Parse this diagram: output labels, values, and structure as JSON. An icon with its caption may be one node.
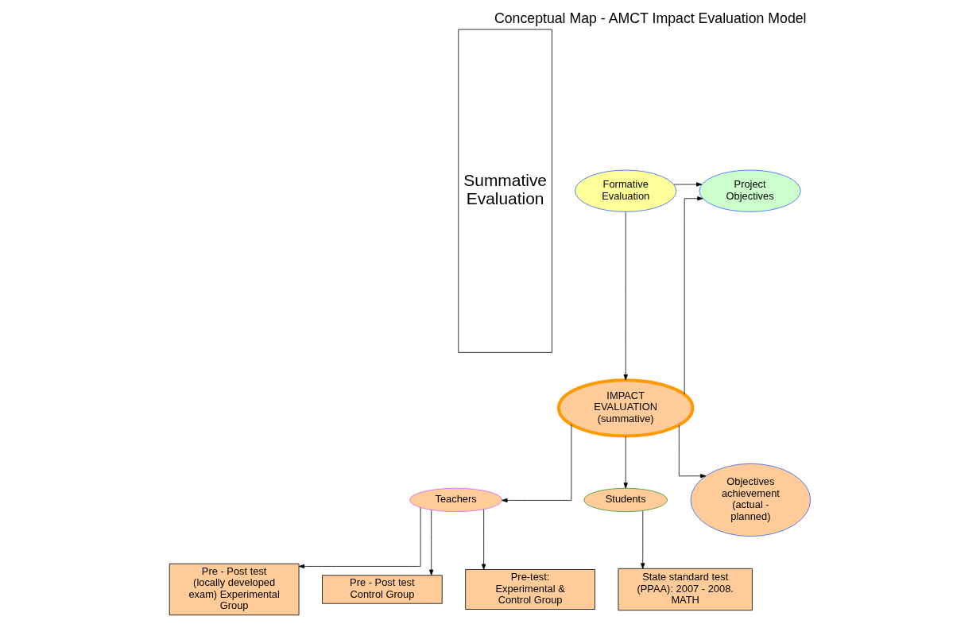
{
  "diagram": {
    "title": "Conceptual Map - AMCT Impact Evaluation Model",
    "nodes": [
      {
        "text": [
          "Summative Evaluation"
        ]
      },
      {
        "text": [
          "Formative Evaluation"
        ]
      },
      {
        "text": [
          "Project Objectives"
        ]
      },
      {
        "text": [
          "IMPACT EVALUATION (summative)"
        ]
      },
      {
        "text": [
          "Teachers"
        ]
      },
      {
        "text": [
          "Students"
        ]
      },
      {
        "text": [
          "Objectives achievement (actual - planned)"
        ]
      },
      {
        "text": [
          "Pre - Post test (locally developed exam) Experimental Group"
        ]
      },
      {
        "text": [
          "Pre - Post test Control Group"
        ]
      },
      {
        "text": [
          "Pre-test:  Experimental & Control Group"
        ]
      },
      {
        "text": [
          "State standard test (PPAA): 2007 - 2008. MATH"
        ]
      }
    ],
    "edges": [
      {
        "from": 1,
        "to": 2,
        "arrow": "to"
      },
      {
        "from": 1,
        "to": 3,
        "arrow": "to"
      },
      {
        "from": 3,
        "to": 2,
        "arrow": "to"
      },
      {
        "from": 3,
        "to": 4,
        "arrow": "to"
      },
      {
        "from": 3,
        "to": 5,
        "arrow": "to"
      },
      {
        "from": 3,
        "to": 6,
        "arrow": "to"
      },
      {
        "from": 4,
        "to": 7,
        "arrow": "to"
      },
      {
        "from": 4,
        "to": 8,
        "arrow": "to"
      },
      {
        "from": 4,
        "to": 9,
        "arrow": "to"
      },
      {
        "from": 5,
        "to": 10,
        "arrow": "to"
      }
    ]
  }
}
